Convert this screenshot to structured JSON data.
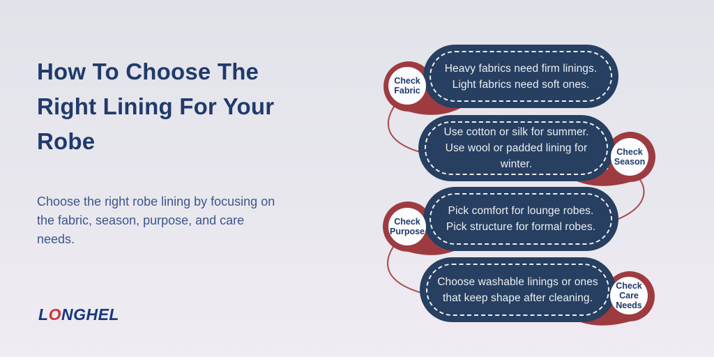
{
  "header": {
    "title_lines": [
      "How To Choose The",
      "Right Lining For Your",
      "Robe"
    ],
    "description": "Choose the right robe lining by focusing on the fabric, season, purpose, and care needs."
  },
  "logo": {
    "pre": "L",
    "o": "O",
    "post": "NGHEL"
  },
  "colors": {
    "pill_navy": "#273f60",
    "badge_red": "#9e3b40",
    "title_navy": "#203a6b",
    "paragraph_blue": "#3d568c",
    "pill_text": "#eceef4",
    "badge_text": "#1e3a6b",
    "logo_navy": "#16387c",
    "logo_red": "#d03238",
    "background_top": "#e2e3ea",
    "background_bottom": "#f1ebf3"
  },
  "steps": [
    {
      "badge_side": "left",
      "badge_lines": [
        "Check",
        "Fabric"
      ],
      "lines": [
        "Heavy fabrics need firm linings.",
        "Light fabrics need soft ones."
      ]
    },
    {
      "badge_side": "right",
      "badge_lines": [
        "Check",
        "Season"
      ],
      "lines": [
        "Use cotton or silk for summer.",
        "Use wool or padded lining for",
        "winter."
      ]
    },
    {
      "badge_side": "left",
      "badge_lines": [
        "Check",
        "Purpose"
      ],
      "lines": [
        "Pick comfort for lounge robes.",
        "Pick structure for formal robes."
      ]
    },
    {
      "badge_side": "right",
      "badge_lines": [
        "Check",
        "Care",
        "Needs"
      ],
      "lines": [
        "Choose washable linings or ones",
        "that keep shape after cleaning."
      ]
    }
  ]
}
